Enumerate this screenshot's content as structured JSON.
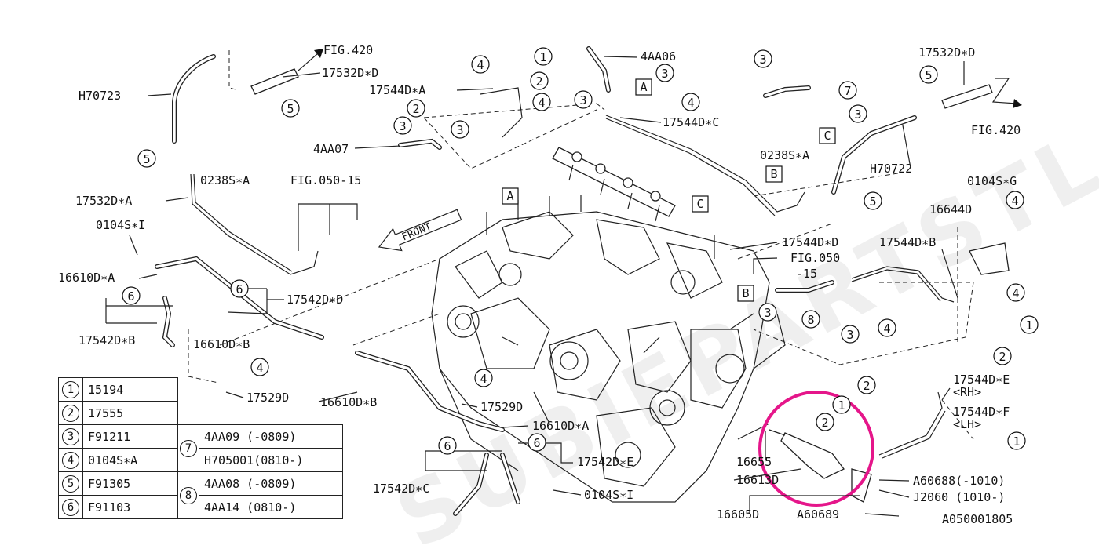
{
  "watermark": "SUBIEPARTSTL",
  "diagram_id": "A050001805",
  "front_label": "FRONT",
  "refs": {
    "fig420_top": "FIG.420",
    "fig420_right": "FIG.420",
    "fig050_15_top": "FIG.050-15",
    "fig050_15_mid_a": "FIG.050",
    "fig050_15_mid_b": "-15"
  },
  "part_labels": {
    "h70723": "H70723",
    "p17532d_d": "17532D∗D",
    "p17544d_a": "17544D∗A",
    "p4aa07": "4AA07",
    "p4aa06": "4AA06",
    "p17544d_c": "17544D∗C",
    "p0238s_a_right": "0238S∗A",
    "p17532d_d_right": "17532D∗D",
    "h70722": "H70722",
    "p0104s_g": "0104S∗G",
    "p16644d": "16644D",
    "p17532d_a": "17532D∗A",
    "p0238s_a_left": "0238S∗A",
    "p0104s_i_left": "0104S∗I",
    "p16610d_a_left": "16610D∗A",
    "p17542d_d": "17542D∗D",
    "p17542d_b": "17542D∗B",
    "p16610d_b_left": "16610D∗B",
    "p17529d_left": "17529D",
    "p17544d_d": "17544D∗D",
    "p17544d_b": "17544D∗B",
    "p16610d_b_mid": "16610D∗B",
    "p17529d_mid": "17529D",
    "p16610d_a_mid": "16610D∗A",
    "p17542d_e": "17542D∗E",
    "p17542d_c": "17542D∗C",
    "p0104s_i_bottom": "0104S∗I",
    "p17544d_e": "17544D∗E",
    "rh": "<RH>",
    "p17544d_f": "17544D∗F",
    "lh": "<LH>",
    "p16655": "16655",
    "p16613d": "16613D",
    "p16605d": "16605D",
    "a60688": "A60688(-1010)",
    "j2060": "J2060  (1010-)",
    "a60689": "A60689"
  },
  "box_labels": [
    "A",
    "B",
    "C"
  ],
  "legend": [
    {
      "num": "1",
      "code": "15194"
    },
    {
      "num": "2",
      "code": "17555"
    },
    {
      "num": "3",
      "code": "F91211",
      "group": "7",
      "variant": "4AA09  (-0809)"
    },
    {
      "num": "4",
      "code": "0104S∗A",
      "variant": "H705001(0810-)"
    },
    {
      "num": "5",
      "code": "F91305",
      "group": "8",
      "variant": "4AA08  (-0809)"
    },
    {
      "num": "6",
      "code": "F91103",
      "variant": "4AA14  (0810-)"
    }
  ],
  "highlight_color": "#e5168a"
}
